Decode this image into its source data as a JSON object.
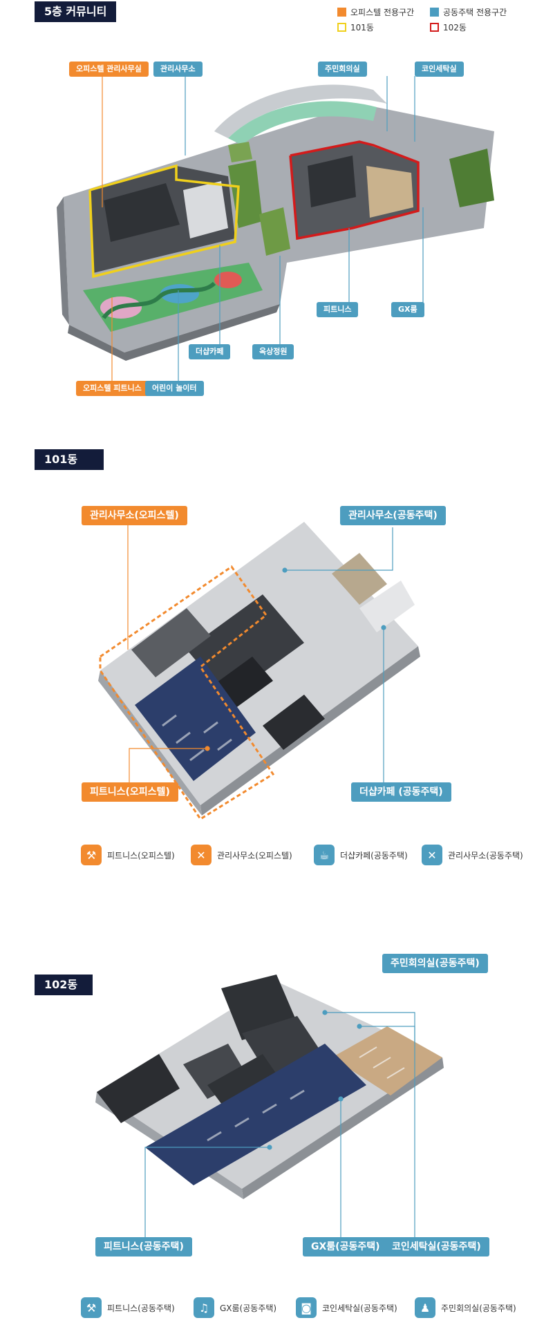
{
  "s1": {
    "title": "5층 커뮤니티",
    "legend": {
      "officetel": "오피스텔 전용구간",
      "apartment": "공동주택 전용구간",
      "b101": "101동",
      "b102": "102동"
    },
    "tags": {
      "off_mgmt": "오피스텔 관리사무실",
      "mgmt": "관리사무소",
      "resident": "주민회의실",
      "coin": "코인세탁실",
      "fitness": "피트니스",
      "gx": "GX룸",
      "cafe": "더샵카페",
      "garden": "옥상정원",
      "off_fit": "오피스텔 피트니스",
      "kids": "어린이 놀이터"
    }
  },
  "s2": {
    "title": "101동",
    "tags": {
      "mgmt_off": "관리사무소(오피스텔)",
      "mgmt_apt": "관리사무소(공동주택)",
      "fit_off": "피트니스(오피스텔)",
      "cafe_apt": "더샵카페 (공동주택)"
    },
    "icons": [
      {
        "label": "피트니스(오피스텔)",
        "icon": "dumbbell-icon",
        "color": "o",
        "glyph": "⚒"
      },
      {
        "label": "관리사무소(오피스텔)",
        "icon": "tools-icon",
        "color": "o",
        "glyph": "✕"
      },
      {
        "label": "더샵카페(공동주택)",
        "icon": "coffee-icon",
        "color": "b",
        "glyph": "☕"
      },
      {
        "label": "관리사무소(공동주택)",
        "icon": "tools-icon",
        "color": "b",
        "glyph": "✕"
      }
    ]
  },
  "s3": {
    "title": "102동",
    "tags": {
      "resident": "주민회의실(공동주택)",
      "fit": "피트니스(공동주택)",
      "gx": "GX룸(공동주택)",
      "coin": "코인세탁실(공동주택)"
    },
    "icons": [
      {
        "label": "피트니스(공동주택)",
        "icon": "dumbbell-icon",
        "color": "b",
        "glyph": "⚒"
      },
      {
        "label": "GX룸(공동주택)",
        "icon": "group-exercise-icon",
        "color": "b",
        "glyph": "♫"
      },
      {
        "label": "코인세탁실(공동주택)",
        "icon": "washer-icon",
        "color": "b",
        "glyph": "◙"
      },
      {
        "label": "주민회의실(공동주택)",
        "icon": "meeting-icon",
        "color": "b",
        "glyph": "♟"
      }
    ]
  }
}
